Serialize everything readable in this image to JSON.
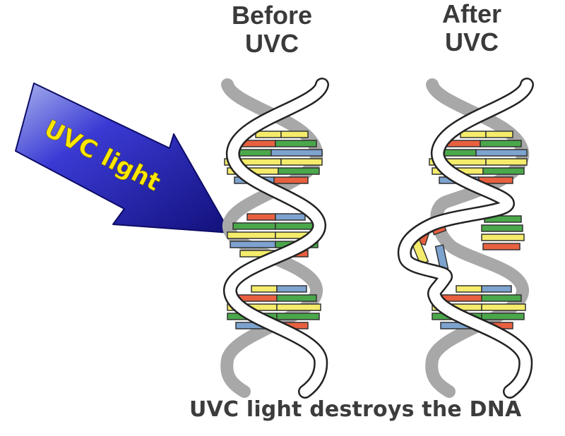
{
  "labels": {
    "before_line1": "Before",
    "before_line2": "UVC",
    "after_line1": "After",
    "after_line2": "UVC"
  },
  "arrow_text": "UVC light",
  "caption": "UVC light destroys the DNA",
  "colors": {
    "arrow_blue": "#2a28c8",
    "arrow_dark": "#12107a",
    "arrow_text": "#ffe800",
    "base_red": "#e8603f",
    "base_green": "#4aa84a",
    "base_blue": "#7da3cf",
    "base_yellow": "#f4ec6a",
    "backbone_shadow": "#a8a8a8",
    "label_text": "#3a3a3a"
  }
}
